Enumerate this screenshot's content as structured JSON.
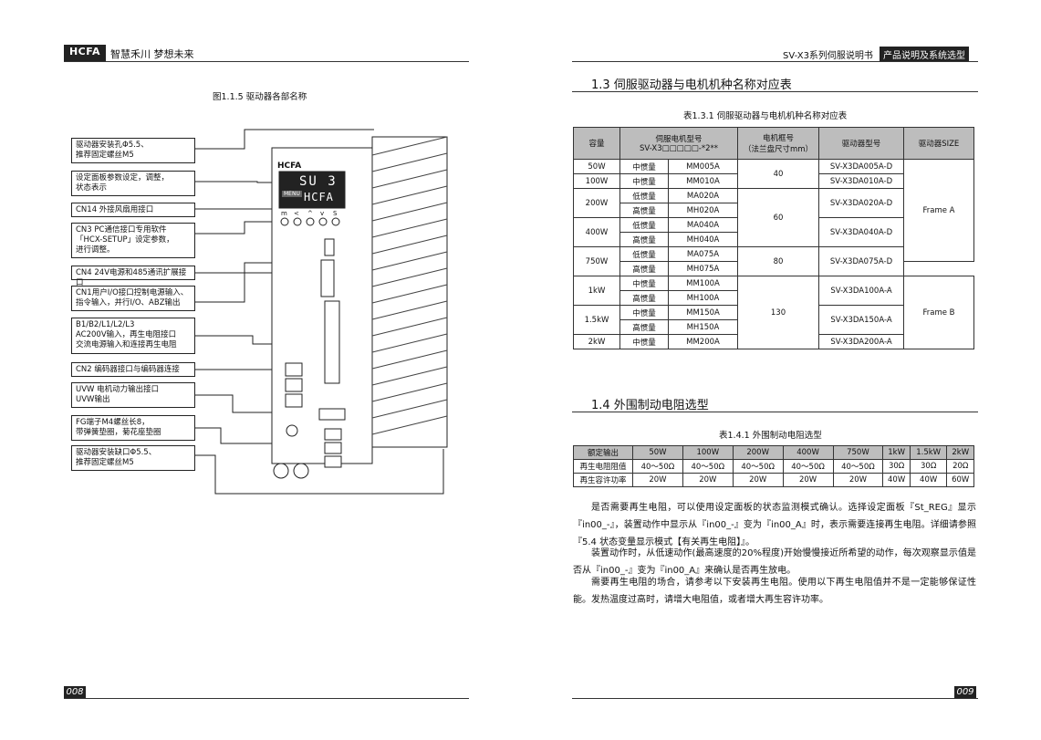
{
  "header": {
    "logo": "HCFA",
    "slogan": "智慧禾川  梦想未来",
    "doc_title": "SV-X3系列伺服说明书",
    "chapter_tag": "产品说明及系统选型"
  },
  "left": {
    "figure_caption": "图1.1.5 驱动器各部名称",
    "callouts": [
      "驱动器安装孔Φ5.5、\n推荐固定螺丝M5",
      "设定面板参数设定，调整，\n状态表示",
      "CN14 外接风扇用接口",
      "CN3 PC通信接口专用软件\n「HCX-SETUP」设定参数，\n进行调整。",
      "CN4 24V电源和485通讯扩展接口",
      "CN1用户I/O接口控制电源输入、\n指令输入，并行I/O、ABZ输出",
      "B1/B2/L1/L2/L3\nAC200V输入，再生电阻接口\n交流电源输入和连接再生电阻",
      "CN2 编码器接口与编码器连接",
      "UVW 电机动力输出接口\nUVW输出",
      "FG端子M4螺丝长8，\n带弹簧垫圈，菊花座垫圈",
      "驱动器安装缺口Φ5.5、\n推荐固定螺丝M5"
    ],
    "device": {
      "brand": "HCFA",
      "display_top": "SU 3",
      "display_bottom": "HCFA",
      "menu_label": "MENU",
      "buttons": [
        "m",
        "<",
        "^",
        "v",
        "S"
      ]
    },
    "page_number": "008"
  },
  "right": {
    "section13": "1.3  伺服驱动器与电机机种名称对应表",
    "table1_caption": "表1.3.1 伺服驱动器与电机机种名称对应表",
    "table1_headers": [
      "容量",
      "伺服电机型号\nSV-X3□□□□□-*2**",
      "电机框号\n（法兰盘尺寸mm）",
      "驱动器型号",
      "驱动器SIZE"
    ],
    "table1_rows": [
      [
        "50W",
        "中惯量",
        "MM005A",
        "40",
        "SV-X3DA005A-D",
        "Frame A"
      ],
      [
        "100W",
        "中惯量",
        "MM010A",
        "",
        "SV-X3DA010A-D",
        ""
      ],
      [
        "200W",
        "低惯量",
        "MA020A",
        "60",
        "SV-X3DA020A-D",
        ""
      ],
      [
        "",
        "高惯量",
        "MH020A",
        "",
        "",
        ""
      ],
      [
        "400W",
        "低惯量",
        "MA040A",
        "",
        "SV-X3DA040A-D",
        ""
      ],
      [
        "",
        "高惯量",
        "MH040A",
        "",
        "",
        ""
      ],
      [
        "750W",
        "低惯量",
        "MA075A",
        "80",
        "SV-X3DA075A-D",
        ""
      ],
      [
        "",
        "高惯量",
        "MH075A",
        "",
        "",
        ""
      ],
      [
        "1kW",
        "中惯量",
        "MM100A",
        "130",
        "SV-X3DA100A-A",
        "Frame B"
      ],
      [
        "",
        "高惯量",
        "MH100A",
        "",
        "",
        ""
      ],
      [
        "1.5kW",
        "中惯量",
        "MM150A",
        "",
        "SV-X3DA150A-A",
        ""
      ],
      [
        "",
        "高惯量",
        "MH150A",
        "",
        "",
        ""
      ],
      [
        "2kW",
        "中惯量",
        "MM200A",
        "",
        "SV-X3DA200A-A",
        ""
      ]
    ],
    "section14": "1.4  外围制动电阻选型",
    "table2_caption": "表1.4.1 外围制动电阻选型",
    "table2_headers": [
      "额定输出",
      "50W",
      "100W",
      "200W",
      "400W",
      "750W",
      "1kW",
      "1.5kW",
      "2kW"
    ],
    "table2_rows": [
      [
        "再生电阻阻值",
        "40～50Ω",
        "40～50Ω",
        "40～50Ω",
        "40～50Ω",
        "40～50Ω",
        "30Ω",
        "30Ω",
        "20Ω"
      ],
      [
        "再生容许功率",
        "20W",
        "20W",
        "20W",
        "20W",
        "20W",
        "40W",
        "40W",
        "60W"
      ]
    ],
    "para1": "是否需要再生电阻，可以使用设定面板的状态监测模式确认。选择设定面板『St_REG』显示『in00_-』，装置动作中显示从『in00_-』变为『in00_A』时，表示需要连接再生电阻。详细请参照『5.4 状态变量显示模式【有关再生电阻】』。",
    "para2": "装置动作时，从低速动作(最高速度的20%程度)开始慢慢接近所希望的动作，每次观察显示值是否从『in00_-』变为『in00_A』来确认是否再生放电。",
    "para3": "需要再生电阻的场合，请参考以下安装再生电阻。使用以下再生电阻值并不是一定能够保证性能。发热温度过高时，请增大电阻值，或者增大再生容许功率。",
    "page_number": "009"
  }
}
